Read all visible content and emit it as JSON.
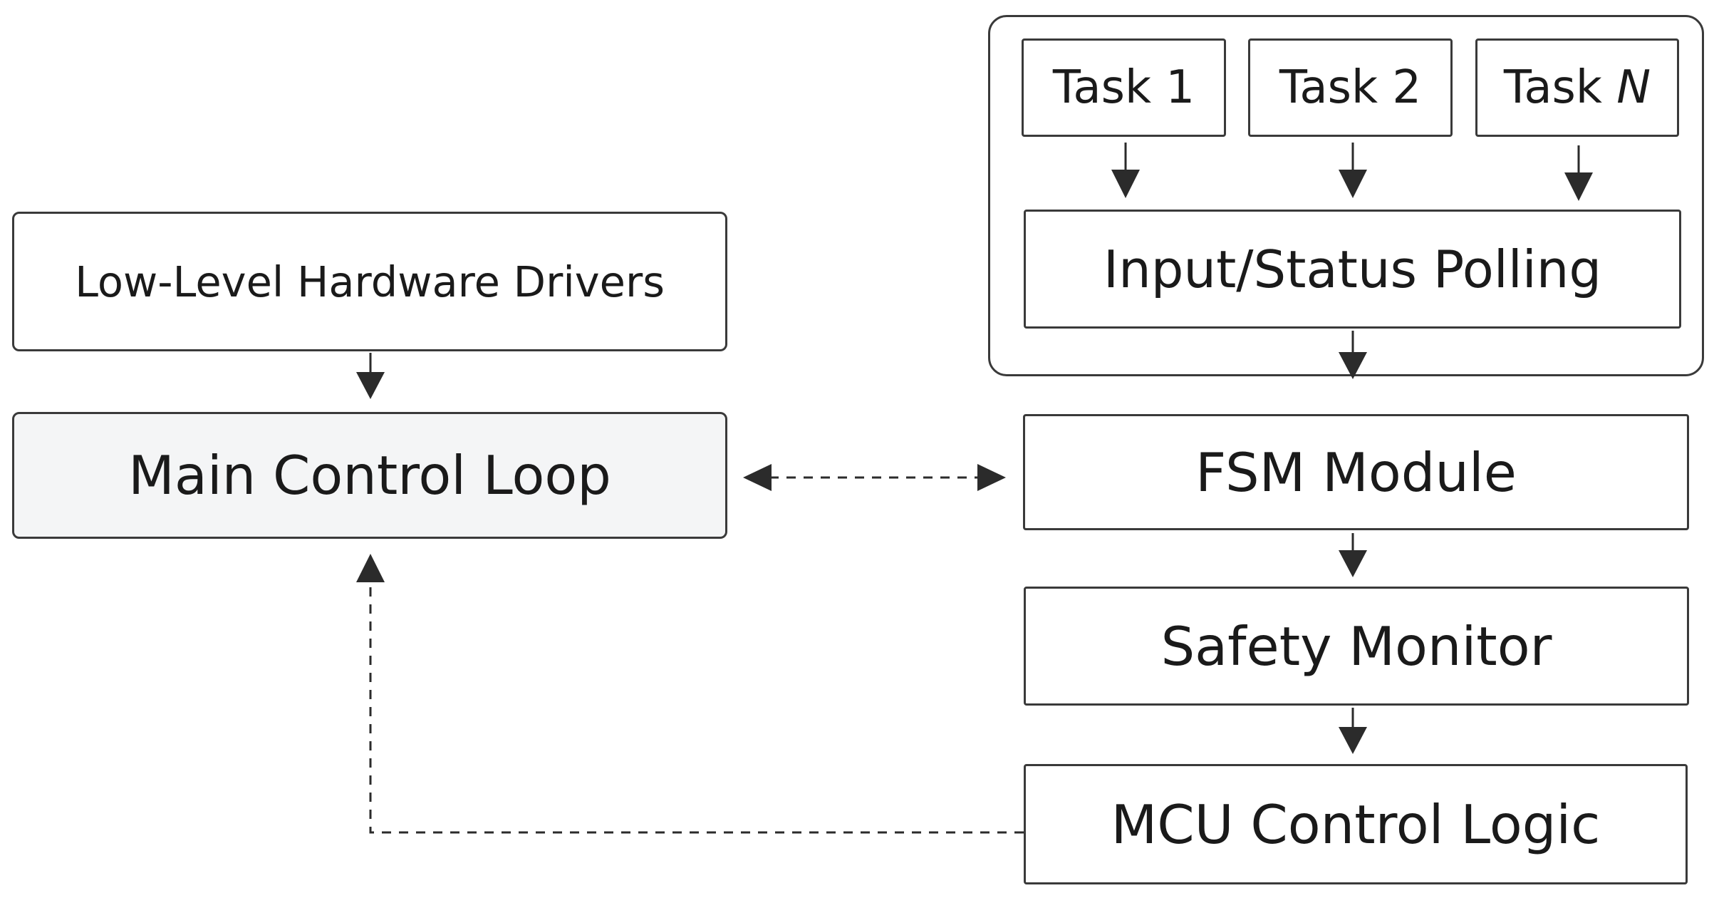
{
  "nodes": {
    "hardware_drivers": "Low-Level Hardware Drivers",
    "main_loop": "Main Control Loop",
    "task1": "Task 1",
    "task2": "Task 2",
    "taskN_prefix": "Task",
    "taskN_var": "N",
    "polling": "Input/Status Polling",
    "fsm": "FSM Module",
    "safety": "Safety Monitor",
    "mcu": "MCU Control Logic"
  },
  "colors": {
    "stroke": "#3a3a3a",
    "main_loop_fill": "#f4f5f6",
    "text": "#1a1a1a"
  }
}
